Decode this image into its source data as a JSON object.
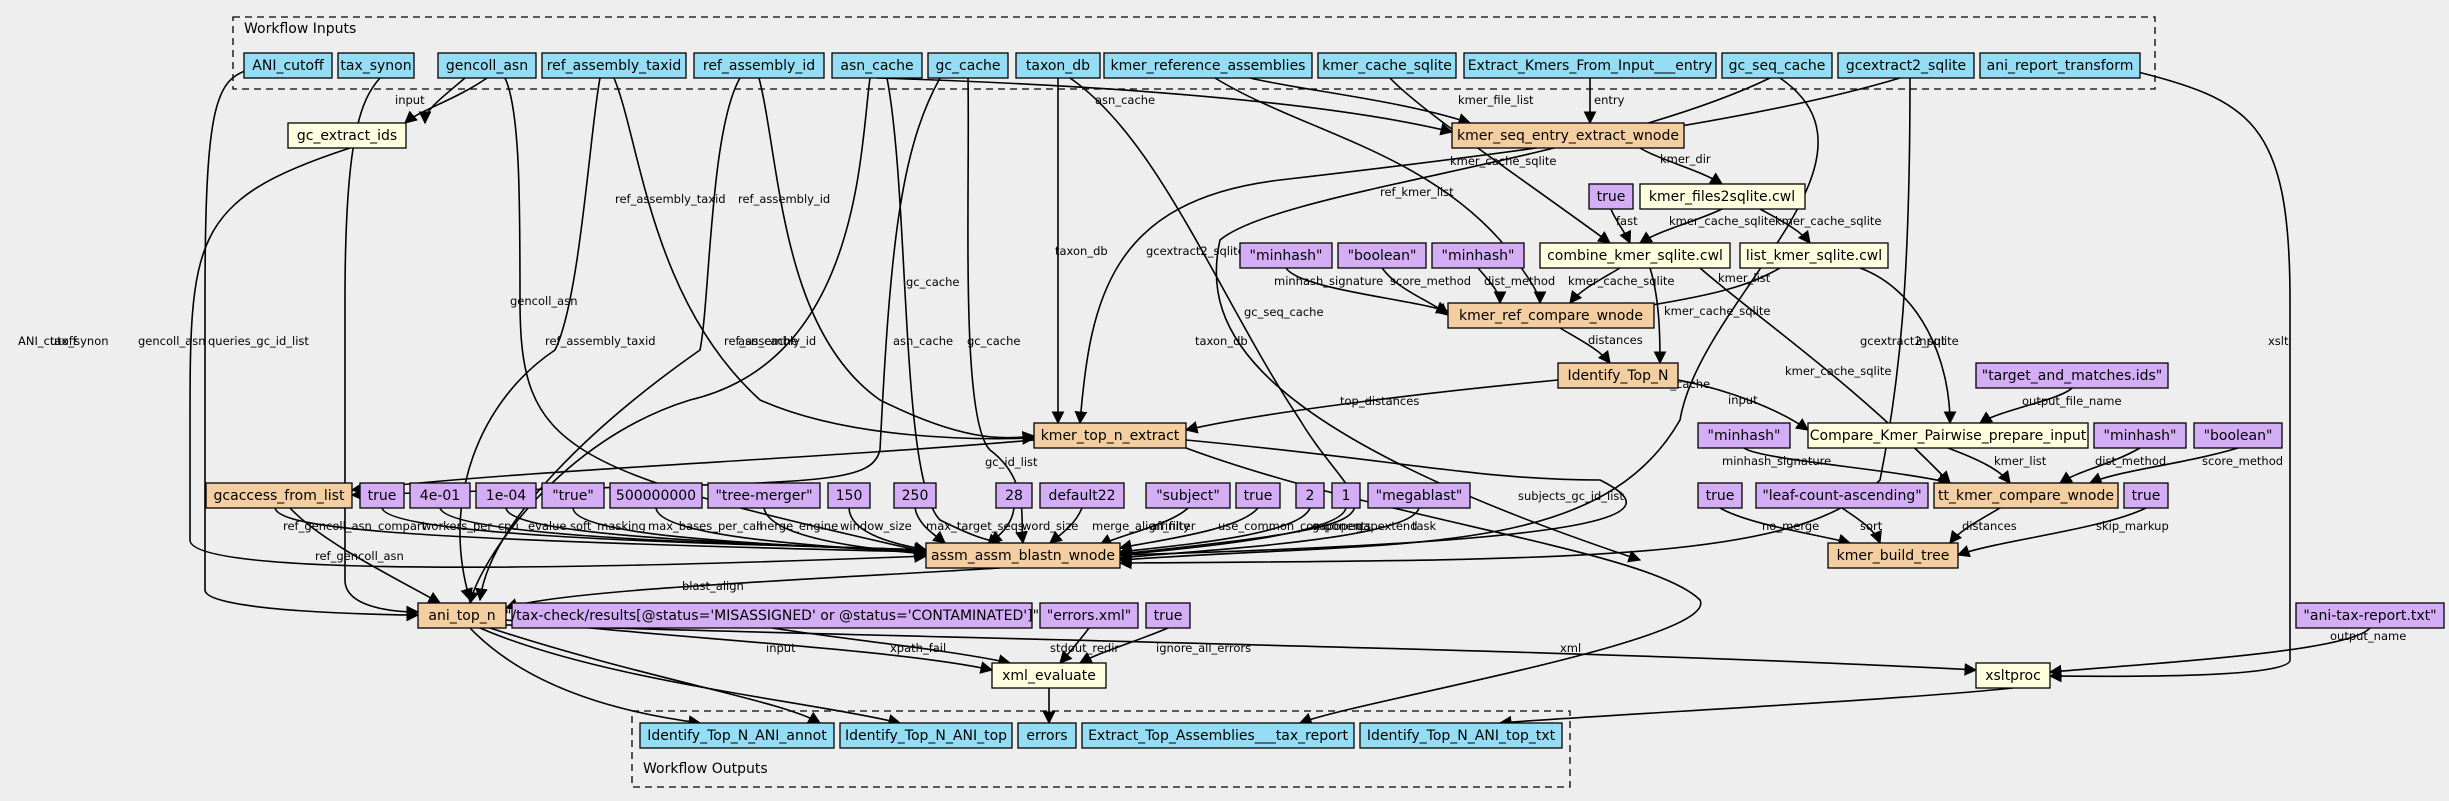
{
  "colors": {
    "background": "#eeeeee",
    "input": "#94ddf4",
    "output": "#94ddf4",
    "step": "#f3cea1",
    "tool": "#ffffe0",
    "constant": "#d3aef5"
  },
  "clusters": {
    "inputs_label": "Workflow Inputs",
    "outputs_label": "Workflow Outputs"
  },
  "nodes": {
    "in_ani_cutoff": "ANI_cutoff",
    "in_tax_synon": "tax_synon",
    "in_gencoll_asn": "gencoll_asn",
    "in_ref_assembly_taxid": "ref_assembly_taxid",
    "in_ref_assembly_id": "ref_assembly_id",
    "in_asn_cache": "asn_cache",
    "in_gc_cache": "gc_cache",
    "in_taxon_db": "taxon_db",
    "in_kmer_reference_assemblies": "kmer_reference_assemblies",
    "in_kmer_cache_sqlite": "kmer_cache_sqlite",
    "in_extract_kmers_entry": "Extract_Kmers_From_Input___entry",
    "in_gc_seq_cache": "gc_seq_cache",
    "in_gcextract2_sqlite": "gcextract2_sqlite",
    "in_ani_report_transform": "ani_report_transform",
    "gc_extract_ids": "gc_extract_ids",
    "kmer_seq_entry_extract_wnode": "kmer_seq_entry_extract_wnode",
    "true_fast": "true",
    "kmer_files2sqlite": "kmer_files2sqlite.cwl",
    "combine_kmer_sqlite": "combine_kmer_sqlite.cwl",
    "list_kmer_sqlite": "list_kmer_sqlite.cwl",
    "minhash_sig1": "\"minhash\"",
    "boolean1": "\"boolean\"",
    "minhash_dist1": "\"minhash\"",
    "kmer_ref_compare_wnode": "kmer_ref_compare_wnode",
    "identify_top_n": "Identify_Top_N",
    "target_and_matches": "\"target_and_matches.ids\"",
    "kmer_top_n_extract": "kmer_top_n_extract",
    "compare_kmer_prepare": "Compare_Kmer_Pairwise_prepare_input",
    "minhash_sig2": "\"minhash\"",
    "minhash_dist2": "\"minhash\"",
    "boolean2": "\"boolean\"",
    "tt_kmer_compare_wnode": "tt_kmer_compare_wnode",
    "true_no_merge": "true",
    "leaf_count_ascending": "\"leaf-count-ascending\"",
    "true_skip_markup": "true",
    "kmer_build_tree": "kmer_build_tree",
    "gcaccess_from_list": "gcaccess_from_list",
    "c_true_compart": "true",
    "c_4e01": "4e-01",
    "c_1e04": "1e-04",
    "c_true_str": "\"true\"",
    "c_500000000": "500000000",
    "c_tree_merger": "\"tree-merger\"",
    "c_150": "150",
    "c_250": "250",
    "c_28": "28",
    "c_default22": "default22",
    "c_subject": "\"subject\"",
    "c_true_ucc": "true",
    "c_2": "2",
    "c_1": "1",
    "c_megablast": "\"megablast\"",
    "assm_assm_blastn_wnode": "assm_assm_blastn_wnode",
    "ani_top_n": "ani_top_n",
    "xpath_const": "\"/tax-check/results[@status='MISASSIGNED' or @status='CONTAMINATED']\"",
    "errors_xml": "\"errors.xml\"",
    "true_ignore": "true",
    "xml_evaluate": "xml_evaluate",
    "ani_tax_report": "\"ani-tax-report.txt\"",
    "xsltproc": "xsltproc",
    "out_annot": "Identify_Top_N_ANI_annot",
    "out_top": "Identify_Top_N_ANI_top",
    "out_errors": "errors",
    "out_tax_report": "Extract_Top_Assemblies___tax_report",
    "out_top_txt": "Identify_Top_N_ANI_top_txt"
  },
  "edge_labels": [
    "ANI_cutoff",
    "tax_synon",
    "gencoll_asn",
    "queries_gc_id_list",
    "input",
    "gencoll_asn",
    "ref_assembly_taxid",
    "ref_assembly_taxid",
    "ref_assembly_id",
    "ref_assembly_id",
    "asn_cache",
    "asn_cache",
    "gc_cache",
    "gc_cache",
    "asn_cache",
    "taxon_db",
    "taxon_db",
    "kmer_file_list",
    "ref_kmer_list",
    "kmer_cache_sqlite",
    "entry",
    "gcextract2_sqlite",
    "gc_seq_cache",
    "asn_cache",
    "gcextract2_sqlite",
    "xslt",
    "kmer_dir",
    "fast",
    "kmer_cache_sqlite",
    "kmer_cache_sqlite",
    "minhash_signature",
    "score_method",
    "dist_method",
    "kmer_cache_sqlite",
    "kmer_list",
    "kmer_cache_sqlite",
    "kmer_cache_sqlite",
    "distances",
    "input",
    "output_file_name",
    "input",
    "top_distances",
    "gc_id_list",
    "subjects_gc_id_list",
    "minhash_signature",
    "kmer_list",
    "dist_method",
    "score_method",
    "no_merge",
    "sort",
    "distances",
    "skip_markup",
    "ref_gencoll_asn",
    "ref_gencoll_asn",
    "compart",
    "workers_per_cpu",
    "evalue",
    "soft_masking",
    "max_bases_per_call",
    "merge_engine",
    "window_size",
    "max_target_seqs",
    "word_size",
    "merge_align_filter",
    "affinity",
    "use_common_components",
    "gapopen",
    "gapextend",
    "task",
    "blast_align",
    "input",
    "xpath_fail",
    "stdout_redir",
    "ignore_all_errors",
    "xml",
    "output_name"
  ]
}
